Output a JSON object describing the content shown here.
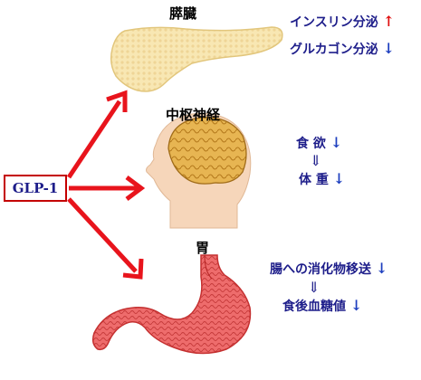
{
  "glp1": {
    "label": "GLP-1"
  },
  "pancreas": {
    "label": "膵臓",
    "effects": [
      {
        "text": "インスリン分泌",
        "direction": "↑"
      },
      {
        "text": "グルカゴン分泌",
        "direction": "↓"
      }
    ]
  },
  "cns": {
    "label": "中枢神経",
    "effect_top": {
      "text": "食 欲",
      "direction": "↓"
    },
    "implies": "⇓",
    "effect_bottom": {
      "text": "体 重",
      "direction": "↓"
    }
  },
  "stomach": {
    "label": "胃",
    "effect_top": {
      "text": "腸への消化物移送",
      "direction": "↓"
    },
    "implies": "⇓",
    "effect_bottom": {
      "text": "食後血糖値",
      "direction": "↓"
    }
  },
  "colors": {
    "arrow": "#e8141c",
    "effect_text": "#1d1d8a",
    "up_arrow": "#e01010",
    "down_arrow": "#1d3fbf"
  }
}
